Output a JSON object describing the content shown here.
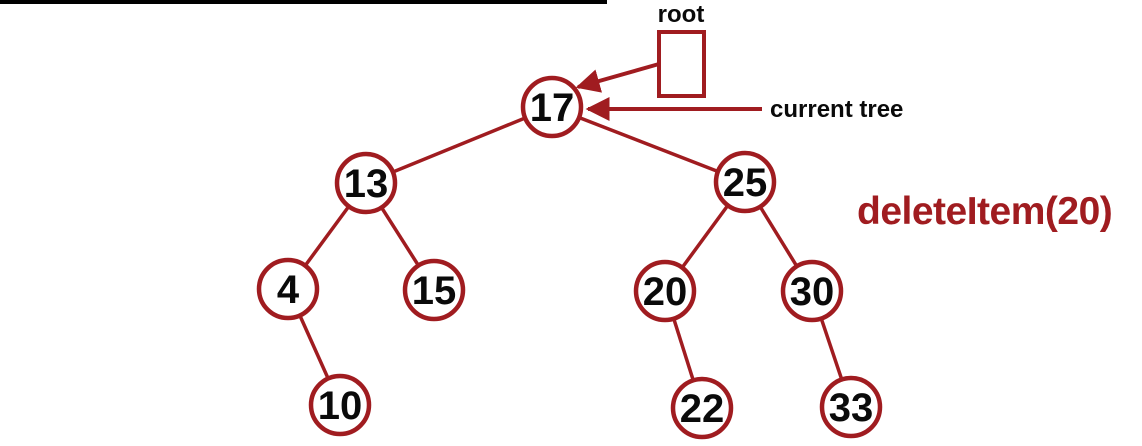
{
  "labels": {
    "root": "root",
    "current_tree": "current tree",
    "operation": "deleteItem(20)"
  },
  "colors": {
    "accent": "#a01c20",
    "node_fill": "#ffffff",
    "label_text": "#0a0a0a",
    "top_bar": "#000000"
  },
  "nodes": [
    {
      "value": "17"
    },
    {
      "value": "13"
    },
    {
      "value": "25"
    },
    {
      "value": "4"
    },
    {
      "value": "15"
    },
    {
      "value": "20"
    },
    {
      "value": "30"
    },
    {
      "value": "10"
    },
    {
      "value": "22"
    },
    {
      "value": "33"
    }
  ],
  "tree": {
    "root_value": "17",
    "edges": [
      {
        "from": "17",
        "to": "13",
        "side": "left"
      },
      {
        "from": "17",
        "to": "25",
        "side": "right"
      },
      {
        "from": "13",
        "to": "4",
        "side": "left"
      },
      {
        "from": "13",
        "to": "15",
        "side": "right"
      },
      {
        "from": "4",
        "to": "10",
        "side": "right"
      },
      {
        "from": "25",
        "to": "20",
        "side": "left"
      },
      {
        "from": "25",
        "to": "30",
        "side": "right"
      },
      {
        "from": "20",
        "to": "22",
        "side": "right"
      },
      {
        "from": "30",
        "to": "33",
        "side": "right"
      }
    ]
  }
}
